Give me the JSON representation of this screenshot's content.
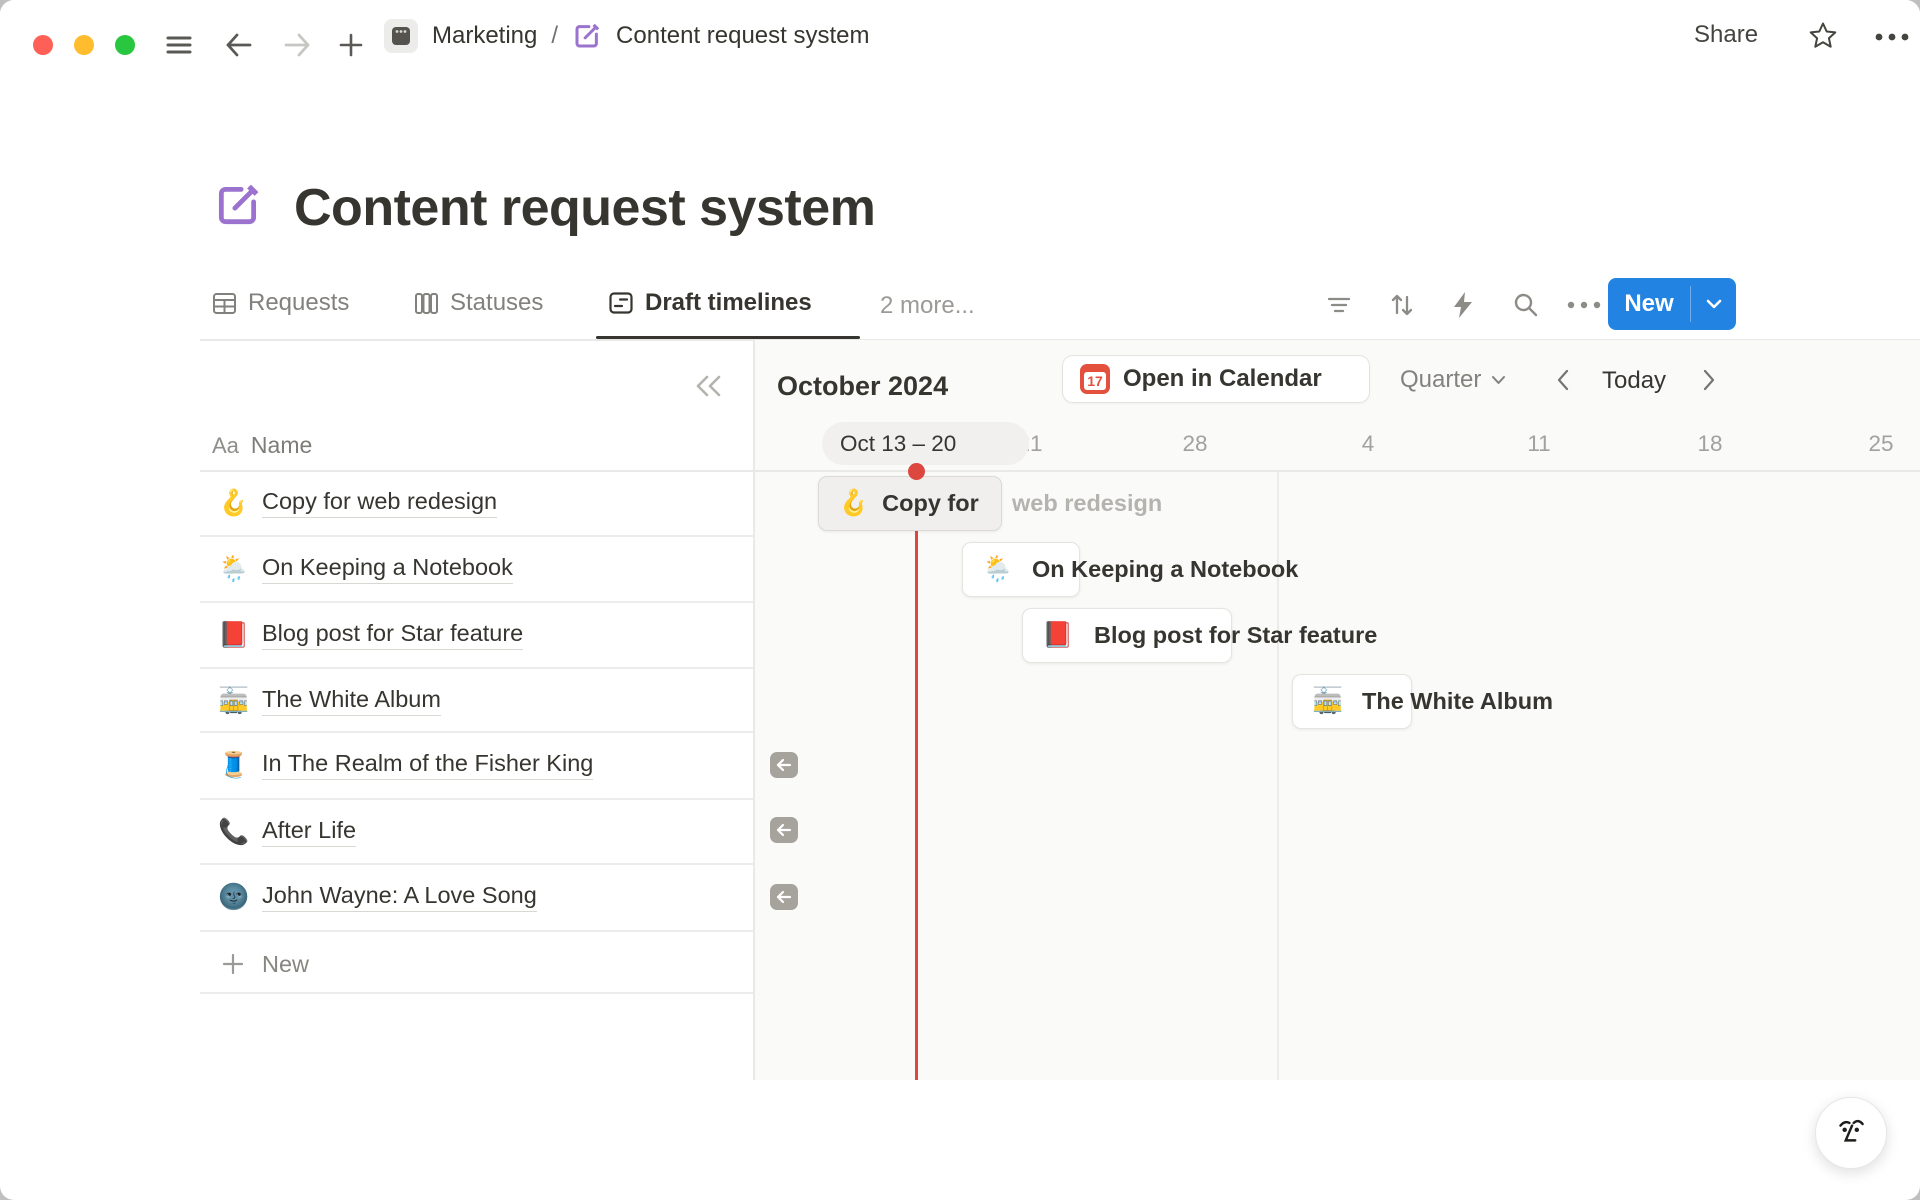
{
  "titlebar": {
    "breadcrumb": {
      "workspace": "Marketing",
      "separator": "/",
      "page": "Content request system"
    },
    "share_label": "Share"
  },
  "page": {
    "title": "Content request system"
  },
  "tabs": {
    "items": [
      {
        "label": "Requests",
        "active": false
      },
      {
        "label": "Statuses",
        "active": false
      },
      {
        "label": "Draft timelines",
        "active": true
      }
    ],
    "more_label": "2 more..."
  },
  "toolbar": {
    "new_label": "New"
  },
  "sidebar": {
    "header": {
      "type_icon": "Aa",
      "label": "Name"
    },
    "rows": [
      {
        "emoji": "🪝",
        "title": "Copy for web redesign"
      },
      {
        "emoji": "🌦️",
        "title": "On Keeping a Notebook"
      },
      {
        "emoji": "📕",
        "title": "Blog post for Star feature"
      },
      {
        "emoji": "🚋",
        "title": "The White Album"
      },
      {
        "emoji": "🧵",
        "title": "In The Realm of the Fisher King"
      },
      {
        "emoji": "📞",
        "title": "After Life"
      },
      {
        "emoji": "🌚",
        "title": "John Wayne: A Love Song"
      }
    ],
    "new_row_label": "New"
  },
  "timeline": {
    "month_label": "October 2024",
    "calendar_button": {
      "day": "17",
      "label": "Open in Calendar"
    },
    "zoom_level": "Quarter",
    "today_label": "Today",
    "week_pill": "Oct 13 – 20",
    "ticks": [
      "21",
      "28",
      "4",
      "11",
      "18",
      "25"
    ],
    "bars": [
      {
        "emoji": "🪝",
        "label": "Copy for",
        "overflow": "web redesign",
        "state": "selected"
      },
      {
        "emoji": "🌦️",
        "label": "On Keeping a Notebook",
        "state": "default"
      },
      {
        "emoji": "📕",
        "label": "Blog post for Star feature",
        "state": "default"
      },
      {
        "emoji": "🚋",
        "label": "The White Album",
        "state": "default"
      }
    ]
  },
  "colors": {
    "accent_blue": "#2383e2",
    "today_red": "#dc4840",
    "icon_purple": "#9b73cf",
    "calendar_red": "#e4503e"
  }
}
